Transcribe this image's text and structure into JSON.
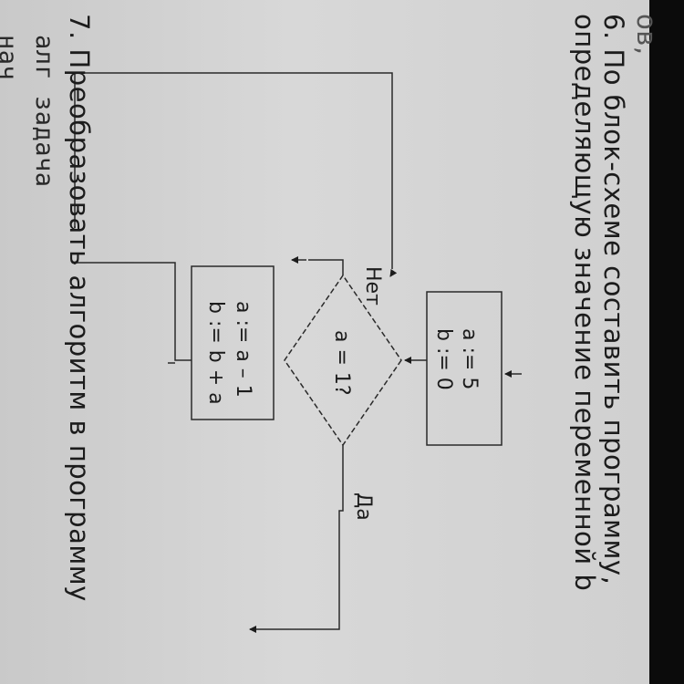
{
  "task6": {
    "line1": "6. По блок-схеме составить программу,",
    "line2": "определяющую значение переменной b"
  },
  "task7": {
    "line1": "7. Преобразовать алгоритм в программу",
    "code_line1": "алг задача",
    "code_line2": "нач"
  },
  "flowchart": {
    "init_a": "a := 5",
    "init_b": "b := 0",
    "condition": "a = 1?",
    "yes_label": "Да",
    "no_label": "Нет",
    "loop_a": "a := a – 1",
    "loop_b": "b := b + a"
  }
}
